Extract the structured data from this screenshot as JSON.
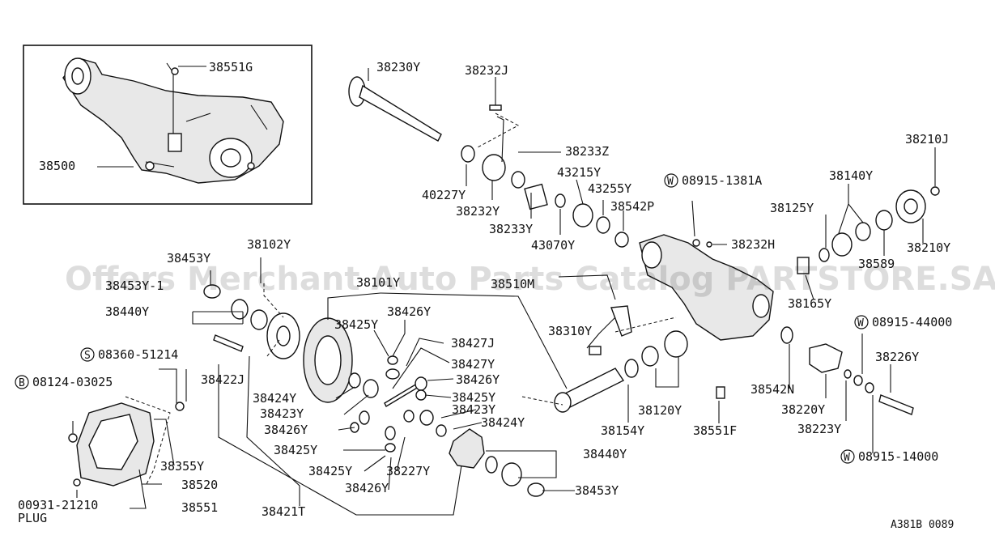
{
  "watermark": "Offers Merchant Auto Parts Catalog PARTSTORE.SA",
  "diagram_code": "A381B 0089",
  "labels": {
    "p38551G": "38551G",
    "p38500": "38500",
    "p38230Y": "38230Y",
    "p38232J": "38232J",
    "p38233Z": "38233Z",
    "p40227Y": "40227Y",
    "p38232Y": "38232Y",
    "p43215Y": "43215Y",
    "p43255Y": "43255Y",
    "p38233Y": "38233Y",
    "p43070Y": "43070Y",
    "p38542P": "38542P",
    "w08915_1381A": "08915-1381A",
    "p38232H": "38232H",
    "p38210J": "38210J",
    "p38140Y": "38140Y",
    "p38125Y": "38125Y",
    "p38589": "38589",
    "p38210Y": "38210Y",
    "p38165Y": "38165Y",
    "p38453Y_top": "38453Y",
    "p38102Y": "38102Y",
    "p38453Y_partial": "38453Y-1",
    "p38101Y": "38101Y",
    "p38510M": "38510M",
    "p38440Y_left": "38440Y",
    "p38426Y_a": "38426Y",
    "p38425Y_a": "38425Y",
    "p38427J": "38427J",
    "p38427Y": "38427Y",
    "p38310Y": "38310Y",
    "p38426Y_b": "38426Y",
    "p38425Y_b": "38425Y",
    "p38424Y_a": "38424Y",
    "p38423Y_a": "38423Y",
    "p38423Y_b": "38423Y",
    "p38424Y_b": "38424Y",
    "p38426Y_c": "38426Y",
    "p38425Y_c": "38425Y",
    "p38425Y_d": "38425Y",
    "p38227Y": "38227Y",
    "p38426Y_d": "38426Y",
    "s08360_51214": "08360-51214",
    "b08124_03025": "08124-03025",
    "p38422J": "38422J",
    "p38355Y": "38355Y",
    "p38520": "38520",
    "p00931_21210": "00931-21210",
    "plug": "PLUG",
    "p38551": "38551",
    "p38421T": "38421T",
    "p38440Y_right": "38440Y",
    "p38453Y_bottom": "38453Y",
    "p38154Y": "38154Y",
    "p38120Y": "38120Y",
    "p38551F": "38551F",
    "p38542N": "38542N",
    "p38220Y": "38220Y",
    "p38223Y": "38223Y",
    "w08915_44000": "08915-44000",
    "p38226Y": "38226Y",
    "w08915_14000": "08915-14000"
  },
  "badges": {
    "w": "W",
    "s": "S",
    "b": "B"
  }
}
